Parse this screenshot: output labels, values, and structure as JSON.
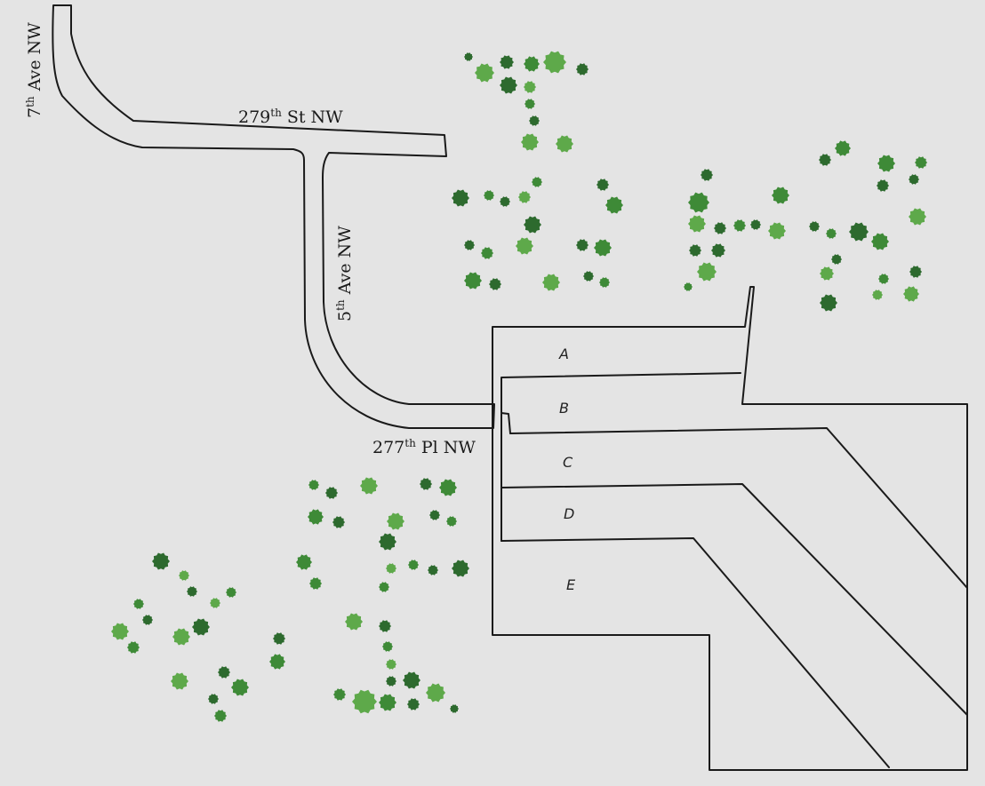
{
  "map": {
    "roads": [
      {
        "id": "7th-ave",
        "number": "7",
        "suffix": "th",
        "rest": " Ave NW"
      },
      {
        "id": "279th-st",
        "number": "279",
        "suffix": "th",
        "rest": " St NW"
      },
      {
        "id": "5th-ave",
        "number": "5",
        "suffix": "th",
        "rest": " Ave NW"
      },
      {
        "id": "277th-pl",
        "number": "277",
        "suffix": "th",
        "rest": " Pl NW"
      }
    ],
    "lots": [
      {
        "id": "a",
        "label": "A"
      },
      {
        "id": "b",
        "label": "B"
      },
      {
        "id": "c",
        "label": "C"
      },
      {
        "id": "d",
        "label": "D"
      },
      {
        "id": "e",
        "label": "E"
      }
    ],
    "colors": {
      "background": "#e4e4e4",
      "outline": "#1a1a1a",
      "tree_light": "#5ea94a",
      "tree_medium": "#3e8a37",
      "tree_dark": "#2d6a2e"
    }
  }
}
